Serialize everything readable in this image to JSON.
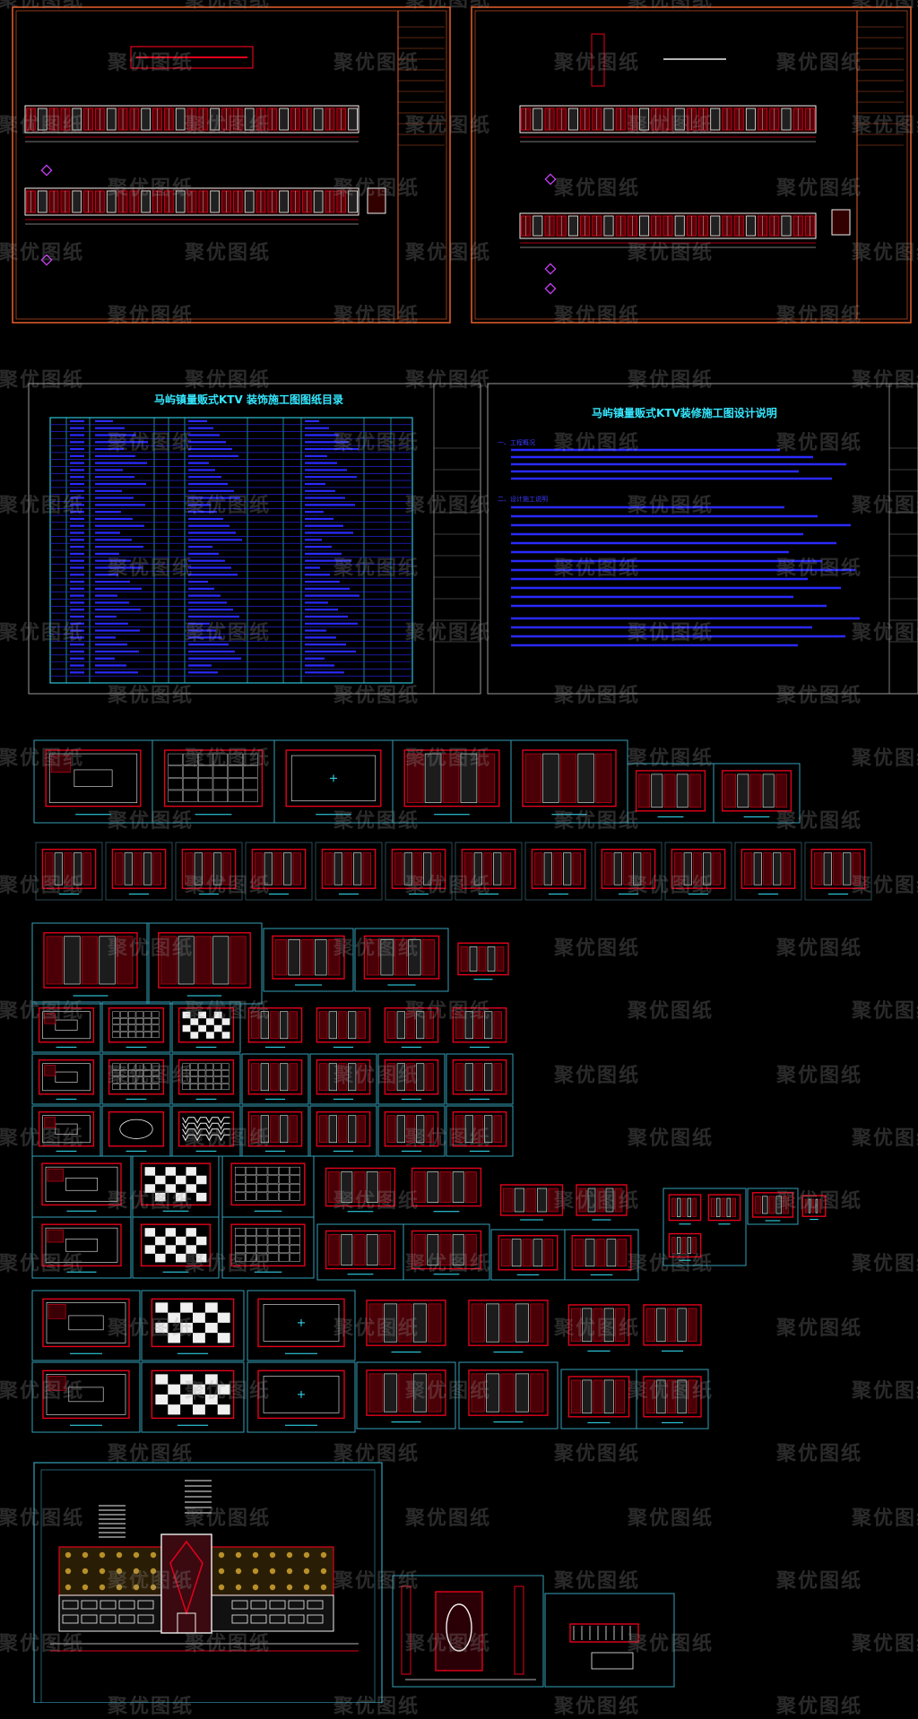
{
  "directory": {
    "title": "马屿镇量贩式KTV 装饰施工图图纸目录"
  },
  "notes": {
    "title": "马屿镇量贩式KTV装修施工图设计说明",
    "section_one": "一、工程概况",
    "section_two": "二、设计施工说明"
  },
  "watermark": {
    "text": "聚优图纸"
  },
  "colors": {
    "background": "#000000",
    "frame": "#e8602a",
    "cad_red": "#e3001b",
    "cad_white": "#f0f0f0",
    "cad_cyan": "#34e8ff",
    "cad_blue": "#2a2aff",
    "sheet_outline": "#34a0b8"
  }
}
